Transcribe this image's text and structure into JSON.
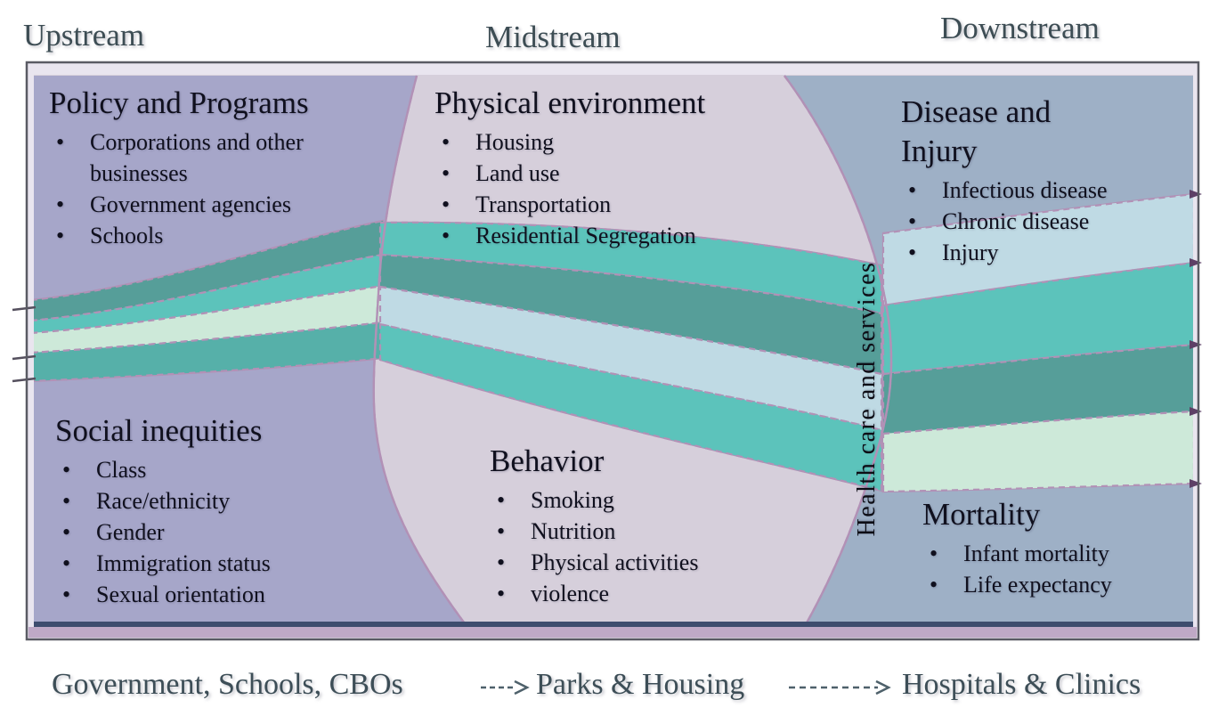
{
  "header": {
    "upstream": "Upstream",
    "midstream": "Midstream",
    "downstream": "Downstream"
  },
  "panels": {
    "policy": {
      "title": "Policy and Programs",
      "items": [
        "Corporations and other businesses",
        "Government agencies",
        "Schools"
      ]
    },
    "physical": {
      "title": "Physical environment",
      "items": [
        "Housing",
        "Land use",
        "Transportation",
        "Residential Segregation"
      ]
    },
    "disease": {
      "title": "Disease and Injury",
      "items": [
        "Infectious disease",
        "Chronic disease",
        "Injury"
      ]
    },
    "social": {
      "title": "Social inequities",
      "items": [
        "Class",
        "Race/ethnicity",
        "Gender",
        "Immigration status",
        "Sexual orientation"
      ]
    },
    "behavior": {
      "title": "Behavior",
      "items": [
        "Smoking",
        "Nutrition",
        "Physical activities",
        "violence"
      ]
    },
    "mortality": {
      "title": "Mortality",
      "items": [
        "Infant mortality",
        "Life expectancy"
      ]
    }
  },
  "vertical_label": "Health care and services",
  "footer": {
    "left": "Government, Schools, CBOs",
    "middle": "Parks & Housing",
    "right": "Hospitals & Clinics"
  },
  "colors": {
    "upstream_region": "#a6a6c9",
    "midstream_region": "#d6cfdb",
    "downstream_region": "#9eb0c6",
    "band_teal_bright": "#5cc3bb",
    "band_teal_mid": "#56b0a9",
    "band_teal_dark": "#569e99",
    "band_mint": "#cde9d9",
    "band_light_blue": "#bfdae4",
    "boundary_line": "#b291b6",
    "frame_light": "#e9e5ef",
    "frame_navy": "#3e4d6e",
    "frame_mauve": "#bfa9c6",
    "frame_border": "#5a5b64",
    "arrow_color": "#4e616b",
    "heading_text": "#3d4d54",
    "panel_text": "#10101e"
  }
}
